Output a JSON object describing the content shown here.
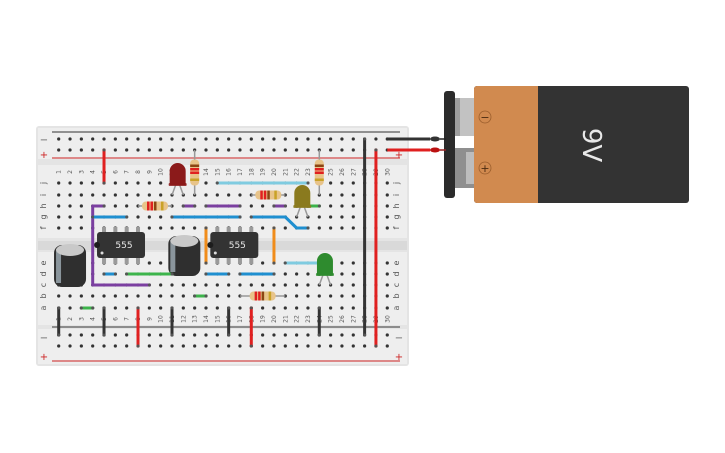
{
  "app": "Breadboard circuit simulator",
  "breadboard": {
    "columns": 30,
    "rows_top": [
      "j",
      "i",
      "h",
      "g",
      "f"
    ],
    "rows_bottom": [
      "e",
      "d",
      "c",
      "b",
      "a"
    ],
    "rail_minus_label": "−",
    "rail_plus_label": "+",
    "colors": {
      "board": "#e4e4e4",
      "board_light": "#eeeeee",
      "hole": "#333333",
      "rail_red": "#cc2222",
      "rail_black": "#333333"
    }
  },
  "battery": {
    "label": "9V",
    "minus_symbol": "−",
    "plus_symbol": "+",
    "colors": {
      "body": "#333333",
      "cap": "#d18a4f",
      "terminal": "#bdbdbd",
      "clip": "#2b2b2b"
    }
  },
  "chips": [
    {
      "label": "555",
      "col": 5
    },
    {
      "label": "555",
      "col": 15
    }
  ],
  "wire_colors": {
    "red": "#e02020",
    "black": "#333333",
    "purple": "#7b3fa0",
    "blue": "#1e8fd0",
    "cyan": "#7fcbe0",
    "green": "#3cb44b",
    "orange": "#f08c1a"
  },
  "wires": [
    {
      "color": "red",
      "pts": [
        [
          5,
          "T+"
        ],
        [
          5,
          "j"
        ]
      ]
    },
    {
      "color": "purple",
      "pts": [
        [
          5,
          "h"
        ],
        [
          4,
          "h"
        ],
        [
          4,
          "c"
        ],
        [
          9,
          "c"
        ]
      ]
    },
    {
      "color": "blue",
      "pts": [
        [
          4,
          "g"
        ],
        [
          7,
          "g"
        ]
      ]
    },
    {
      "color": "purple",
      "pts": [
        [
          12,
          "h"
        ],
        [
          13,
          "h"
        ]
      ]
    },
    {
      "color": "purple",
      "pts": [
        [
          14,
          "h"
        ],
        [
          17,
          "h"
        ]
      ]
    },
    {
      "color": "blue",
      "pts": [
        [
          11,
          "g"
        ],
        [
          17,
          "g"
        ]
      ]
    },
    {
      "color": "cyan",
      "pts": [
        [
          15,
          "j"
        ],
        [
          23,
          "j"
        ]
      ]
    },
    {
      "color": "purple",
      "pts": [
        [
          20,
          "h"
        ],
        [
          21,
          "h"
        ]
      ]
    },
    {
      "color": "green",
      "pts": [
        [
          23,
          "h"
        ],
        [
          24,
          "h"
        ]
      ]
    },
    {
      "color": "blue",
      "pts": [
        [
          18,
          "g"
        ],
        [
          21,
          "g"
        ],
        [
          22,
          "f"
        ],
        [
          23,
          "f"
        ]
      ]
    },
    {
      "color": "orange",
      "pts": [
        [
          14,
          "f"
        ],
        [
          14,
          "e"
        ]
      ]
    },
    {
      "color": "orange",
      "pts": [
        [
          20,
          "f"
        ],
        [
          20,
          "e"
        ]
      ]
    },
    {
      "color": "black",
      "pts": [
        [
          28,
          "T-"
        ],
        [
          28,
          "B-"
        ]
      ]
    },
    {
      "color": "red",
      "pts": [
        [
          29,
          "T+"
        ],
        [
          29,
          "B+"
        ]
      ]
    },
    {
      "color": "cyan",
      "pts": [
        [
          21,
          "e"
        ],
        [
          25,
          "e"
        ]
      ]
    },
    {
      "color": "blue",
      "pts": [
        [
          5,
          "d"
        ],
        [
          6,
          "d"
        ]
      ]
    },
    {
      "color": "green",
      "pts": [
        [
          7,
          "d"
        ],
        [
          11,
          "d"
        ]
      ]
    },
    {
      "color": "blue",
      "pts": [
        [
          14,
          "d"
        ],
        [
          16,
          "d"
        ]
      ]
    },
    {
      "color": "blue",
      "pts": [
        [
          17,
          "d"
        ],
        [
          20,
          "d"
        ]
      ]
    },
    {
      "color": "green",
      "pts": [
        [
          3,
          "a"
        ],
        [
          4,
          "a"
        ]
      ]
    },
    {
      "color": "green",
      "pts": [
        [
          13,
          "b"
        ],
        [
          14,
          "b"
        ]
      ]
    },
    {
      "color": "black",
      "pts": [
        [
          1,
          "a"
        ],
        [
          1,
          "B-"
        ]
      ]
    },
    {
      "color": "black",
      "pts": [
        [
          5,
          "a"
        ],
        [
          5,
          "B-"
        ]
      ]
    },
    {
      "color": "red",
      "pts": [
        [
          8,
          "a"
        ],
        [
          8,
          "B+"
        ]
      ]
    },
    {
      "color": "black",
      "pts": [
        [
          11,
          "a"
        ],
        [
          11,
          "B-"
        ]
      ]
    },
    {
      "color": "black",
      "pts": [
        [
          16,
          "a"
        ],
        [
          16,
          "B-"
        ]
      ]
    },
    {
      "color": "red",
      "pts": [
        [
          18,
          "a"
        ],
        [
          18,
          "B+"
        ]
      ]
    },
    {
      "color": "black",
      "pts": [
        [
          24,
          "a"
        ],
        [
          24,
          "B-"
        ]
      ]
    }
  ],
  "resistors": [
    {
      "from": [
        8,
        "h"
      ],
      "to": [
        11,
        "h"
      ],
      "bands": [
        "#e02020",
        "#e02020",
        "#8b4513",
        "#c9a227"
      ]
    },
    {
      "from": [
        13,
        "T+"
      ],
      "to": [
        13,
        "i"
      ],
      "bands": [
        "#8b4513",
        "#e02020",
        "#e02020",
        "#c9a227"
      ]
    },
    {
      "from": [
        18,
        "i"
      ],
      "to": [
        21,
        "i"
      ],
      "bands": [
        "#e02020",
        "#e02020",
        "#8b4513",
        "#c9a227"
      ]
    },
    {
      "from": [
        24,
        "T+"
      ],
      "to": [
        24,
        "i"
      ],
      "bands": [
        "#8b4513",
        "#e02020",
        "#e02020",
        "#c9a227"
      ]
    },
    {
      "from": [
        17,
        "b"
      ],
      "to": [
        21,
        "b"
      ],
      "bands": [
        "#e02020",
        "#e02020",
        "#8b4513",
        "#c9a227"
      ]
    }
  ],
  "leds": [
    {
      "name": "red-led",
      "color": "#8b1a1a",
      "col": 11,
      "row": "i",
      "up": true
    },
    {
      "name": "yellow-led",
      "color": "#8a7a1e",
      "col": 22,
      "row": "g",
      "up": true
    },
    {
      "name": "green-led",
      "color": "#2e8b2e",
      "col": 24,
      "row": "c",
      "up": true
    }
  ],
  "capacitors": [
    {
      "name": "capacitor-small",
      "col": 2,
      "row": "b"
    },
    {
      "name": "capacitor-large",
      "col": 12,
      "row": "c"
    }
  ]
}
